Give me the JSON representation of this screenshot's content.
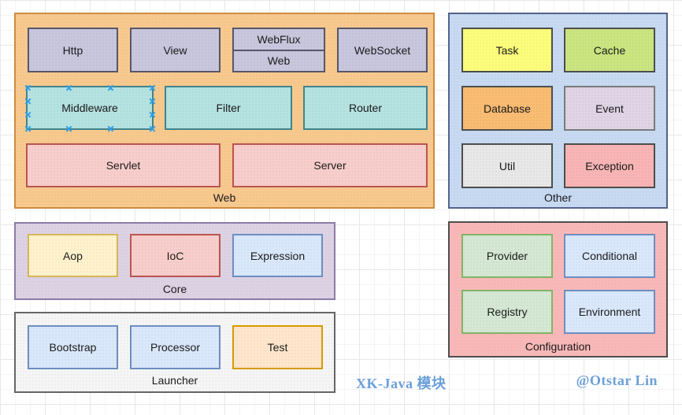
{
  "diagram": {
    "groups": {
      "web": {
        "label": "Web",
        "items": {
          "http": "Http",
          "view": "View",
          "webflux": "WebFlux",
          "web": "Web",
          "websocket": "WebSocket",
          "middleware": "Middleware",
          "filter": "Filter",
          "router": "Router",
          "servlet": "Servlet",
          "server": "Server"
        }
      },
      "other": {
        "label": "Other",
        "items": {
          "task": "Task",
          "cache": "Cache",
          "database": "Database",
          "event": "Event",
          "util": "Util",
          "exception": "Exception"
        }
      },
      "core": {
        "label": "Core",
        "items": {
          "aop": "Aop",
          "ioc": "IoC",
          "expression": "Expression"
        }
      },
      "launcher": {
        "label": "Launcher",
        "items": {
          "bootstrap": "Bootstrap",
          "processor": "Processor",
          "test": "Test"
        }
      },
      "configuration": {
        "label": "Configuration",
        "items": {
          "provider": "Provider",
          "conditional": "Conditional",
          "registry": "Registry",
          "environment": "Environment"
        }
      }
    },
    "selection": {
      "selected_node": "Middleware",
      "handle_color": "#2e9fe6"
    },
    "captions": {
      "title": "XK-Java 模块",
      "author": "@Otstar Lin",
      "color": "#6b9fd8"
    },
    "colors": {
      "web_group_fill": "#f8c98e",
      "web_group_border": "#cf8b3e",
      "other_group_fill": "#c7daf2",
      "other_group_border": "#54618c",
      "core_group_fill": "#ddd2e4",
      "core_group_border": "#8a7ca8",
      "launcher_group_fill": "#f5f5f5",
      "launcher_group_border": "#666666",
      "configuration_group_fill": "#f9b8b8",
      "configuration_group_border": "#4d4d4d",
      "node_purple": "#c9c7de",
      "node_teal": "#b5e3e1",
      "node_pink": "#f8cecc",
      "node_yellow": "#fdfd7c",
      "node_green": "#cbe581",
      "node_orange": "#f9bc72",
      "node_lavender": "#e0d4e6",
      "node_gray": "#e8e8e8",
      "node_salmon": "#f9b5b5",
      "node_lightyellow": "#fff2cc",
      "node_blue": "#dae8fc",
      "node_lightorange": "#ffe6cc",
      "node_lightgreen": "#d5e8d4"
    }
  }
}
